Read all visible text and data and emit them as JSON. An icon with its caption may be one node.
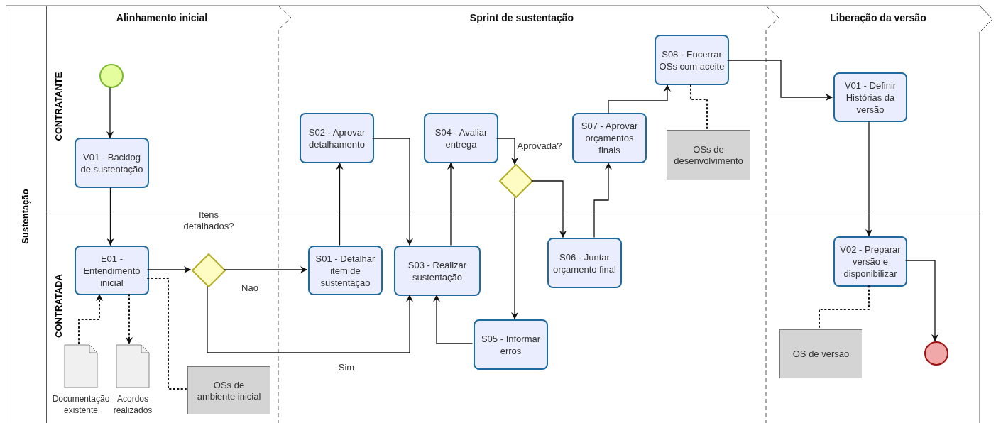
{
  "diagram": {
    "nodes": [
      {
        "text": [
          "Sustentação"
        ]
      },
      {
        "text": [
          "CONTRATANTE"
        ],
        "in": 0
      },
      {
        "text": [
          "CONTRATADA"
        ],
        "in": 0
      },
      {
        "text": [],
        "shape": "circle",
        "in": 1
      },
      {
        "text": [
          "V01 - Backlog de sustentação"
        ],
        "in": 1
      },
      {
        "text": [
          "S02 - Aprovar detalhamento"
        ],
        "in": 1
      },
      {
        "text": [
          "S04 - Avaliar entrega"
        ],
        "in": 1
      },
      {
        "text": [],
        "shape": "diamond",
        "in": 1
      },
      {
        "text": [
          "S07 - Aprovar orçamentos finais"
        ],
        "in": 1
      },
      {
        "text": [
          "S08 - Encerrar OSs com aceite"
        ],
        "in": 1
      },
      {
        "text": [
          "OSs de desenvolvimento"
        ],
        "in": 1
      },
      {
        "text": [
          "V01 - Definir Histórias da versão"
        ],
        "in": 1
      },
      {
        "text": [
          "E01 - Entendimento inicial"
        ],
        "in": 2
      },
      {
        "text": [],
        "shape": "diamond",
        "beside": [
          "Itens detalhados?"
        ],
        "in": 2
      },
      {
        "text": [
          "S01 - Detalhar item de sustentação"
        ],
        "in": 2
      },
      {
        "text": [
          "S03 - Realizar sustentação"
        ],
        "in": 2
      },
      {
        "text": [
          "S06 - Juntar orçamento final"
        ],
        "in": 2
      },
      {
        "text": [
          "S05 - Informar erros"
        ],
        "in": 2
      },
      {
        "text": [
          "V02 - Preparar versão e disponibilizar"
        ],
        "in": 2
      },
      {
        "text": [],
        "shape": "circle",
        "in": 2
      },
      {
        "text": [
          "Documentação existente"
        ],
        "in": 2
      },
      {
        "text": [
          "Acordos realizados"
        ],
        "in": 2
      },
      {
        "text": [
          "OSs de ambiente inicial"
        ],
        "in": 2
      },
      {
        "text": [
          "OS de versão"
        ],
        "in": 2
      }
    ],
    "edges": [
      {
        "from": 3,
        "to": 4,
        "arrow": "to"
      },
      {
        "from": 4,
        "to": 12,
        "arrow": "to"
      },
      {
        "from": 12,
        "to": 13,
        "arrow": "to"
      },
      {
        "from": 13,
        "to": 14,
        "arrow": "to",
        "label": "Não"
      },
      {
        "from": 13,
        "to": 15,
        "arrow": "to",
        "label": "Sim"
      },
      {
        "from": 14,
        "to": 5,
        "arrow": "to"
      },
      {
        "from": 5,
        "to": 15,
        "arrow": "to"
      },
      {
        "from": 15,
        "to": 6,
        "arrow": "to"
      },
      {
        "from": 17,
        "to": 15,
        "arrow": "to"
      },
      {
        "from": 6,
        "to": 7,
        "arrow": "to"
      },
      {
        "from": 7,
        "to": 17,
        "arrow": "to"
      },
      {
        "from": 7,
        "to": 16,
        "arrow": "to"
      },
      {
        "from": 16,
        "to": 8,
        "arrow": "to"
      },
      {
        "from": 8,
        "to": 9,
        "arrow": "to"
      },
      {
        "from": 9,
        "to": 11,
        "arrow": "to"
      },
      {
        "from": 11,
        "to": 18,
        "arrow": "to"
      },
      {
        "from": 18,
        "to": 19,
        "arrow": "to"
      },
      {
        "from": 20,
        "to": 12,
        "arrow": "to",
        "style": "dashed"
      },
      {
        "from": 12,
        "to": 21,
        "arrow": "to",
        "style": "dashed"
      },
      {
        "from": 12,
        "to": 22,
        "arrow": "none",
        "style": "dashed"
      },
      {
        "from": 9,
        "to": 10,
        "arrow": "none",
        "style": "dashed"
      },
      {
        "from": 18,
        "to": 23,
        "arrow": "none",
        "style": "dashed"
      }
    ],
    "labels": [
      "Alinhamento inicial",
      "Sprint de sustentação",
      "Liberação da versão",
      "Aprovada?"
    ]
  }
}
